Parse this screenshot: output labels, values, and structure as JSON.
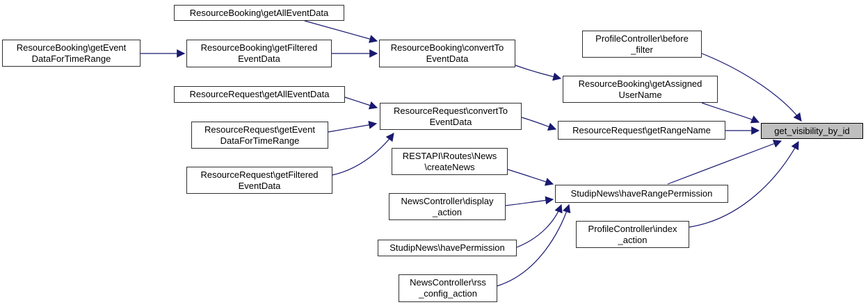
{
  "diagram": {
    "type": "call-graph",
    "highlighted_node": "get_visibility_by_id",
    "colors": {
      "edge": "#191970",
      "node_fill": "#ffffff",
      "node_border": "#2f2f2f",
      "highlight_fill": "#bfbfbf",
      "text": "#000000",
      "background": "#ffffff"
    },
    "nodes": [
      {
        "id": "ResourceBooking_getEventDataForTimeRange",
        "label": "ResourceBooking\\getEvent\nDataForTimeRange",
        "highlighted": false
      },
      {
        "id": "ResourceBooking_getAllEventData",
        "label": "ResourceBooking\\getAllEventData",
        "highlighted": false
      },
      {
        "id": "ResourceBooking_getFilteredEventData",
        "label": "ResourceBooking\\getFiltered\nEventData",
        "highlighted": false
      },
      {
        "id": "ResourceRequest_getAllEventData",
        "label": "ResourceRequest\\getAllEventData",
        "highlighted": false
      },
      {
        "id": "ResourceRequest_getEventDataForTimeRange",
        "label": "ResourceRequest\\getEvent\nDataForTimeRange",
        "highlighted": false
      },
      {
        "id": "ResourceRequest_getFilteredEventData",
        "label": "ResourceRequest\\getFiltered\nEventData",
        "highlighted": false
      },
      {
        "id": "ResourceBooking_convertToEventData",
        "label": "ResourceBooking\\convertTo\nEventData",
        "highlighted": false
      },
      {
        "id": "ResourceRequest_convertToEventData",
        "label": "ResourceRequest\\convertTo\nEventData",
        "highlighted": false
      },
      {
        "id": "RESTAPI_Routes_News_createNews",
        "label": "RESTAPI\\Routes\\News\n\\createNews",
        "highlighted": false
      },
      {
        "id": "NewsController_display_action",
        "label": "NewsController\\display\n_action",
        "highlighted": false
      },
      {
        "id": "StudipNews_havePermission",
        "label": "StudipNews\\havePermission",
        "highlighted": false
      },
      {
        "id": "NewsController_rss_config_action",
        "label": "NewsController\\rss\n_config_action",
        "highlighted": false
      },
      {
        "id": "ProfileController_before_filter",
        "label": "ProfileController\\before\n_filter",
        "highlighted": false
      },
      {
        "id": "ResourceBooking_getAssignedUserName",
        "label": "ResourceBooking\\getAssigned\nUserName",
        "highlighted": false
      },
      {
        "id": "ResourceRequest_getRangeName",
        "label": "ResourceRequest\\getRangeName",
        "highlighted": false
      },
      {
        "id": "StudipNews_haveRangePermission",
        "label": "StudipNews\\haveRangePermission",
        "highlighted": false
      },
      {
        "id": "ProfileController_index_action",
        "label": "ProfileController\\index\n_action",
        "highlighted": false
      },
      {
        "id": "get_visibility_by_id",
        "label": "get_visibility_by_id",
        "highlighted": true
      }
    ],
    "edges": [
      {
        "from": "ResourceBooking_getEventDataForTimeRange",
        "to": "ResourceBooking_getFilteredEventData"
      },
      {
        "from": "ResourceBooking_getAllEventData",
        "to": "ResourceBooking_convertToEventData"
      },
      {
        "from": "ResourceBooking_getFilteredEventData",
        "to": "ResourceBooking_convertToEventData"
      },
      {
        "from": "ResourceBooking_convertToEventData",
        "to": "ResourceBooking_getAssignedUserName"
      },
      {
        "from": "ProfileController_before_filter",
        "to": "get_visibility_by_id"
      },
      {
        "from": "ResourceBooking_getAssignedUserName",
        "to": "get_visibility_by_id"
      },
      {
        "from": "ResourceRequest_getAllEventData",
        "to": "ResourceRequest_convertToEventData"
      },
      {
        "from": "ResourceRequest_getEventDataForTimeRange",
        "to": "ResourceRequest_convertToEventData"
      },
      {
        "from": "ResourceRequest_getFilteredEventData",
        "to": "ResourceRequest_convertToEventData"
      },
      {
        "from": "ResourceRequest_convertToEventData",
        "to": "ResourceRequest_getRangeName"
      },
      {
        "from": "ResourceRequest_getRangeName",
        "to": "get_visibility_by_id"
      },
      {
        "from": "RESTAPI_Routes_News_createNews",
        "to": "StudipNews_haveRangePermission"
      },
      {
        "from": "NewsController_display_action",
        "to": "StudipNews_haveRangePermission"
      },
      {
        "from": "StudipNews_havePermission",
        "to": "StudipNews_haveRangePermission"
      },
      {
        "from": "NewsController_rss_config_action",
        "to": "StudipNews_haveRangePermission"
      },
      {
        "from": "StudipNews_haveRangePermission",
        "to": "get_visibility_by_id"
      },
      {
        "from": "ProfileController_index_action",
        "to": "get_visibility_by_id"
      }
    ]
  }
}
